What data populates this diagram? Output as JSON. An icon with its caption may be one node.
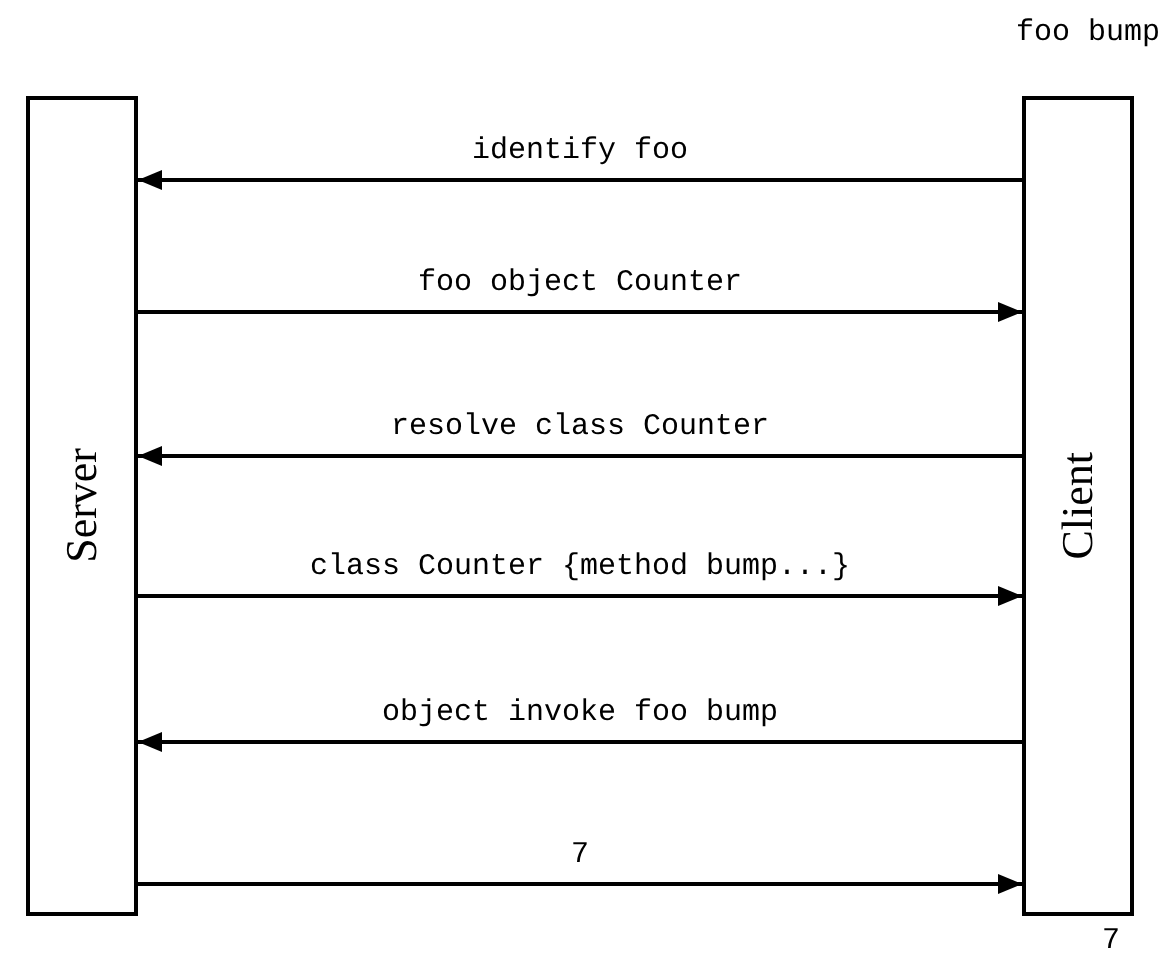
{
  "diagram": {
    "nodes": [
      {
        "text": [
          "Server"
        ]
      },
      {
        "text": [
          "Client"
        ]
      }
    ],
    "edges": [
      {
        "from": 1,
        "to": 0,
        "arrow": "to",
        "label": "identify foo"
      },
      {
        "from": 0,
        "to": 1,
        "arrow": "to",
        "label": "foo object Counter"
      },
      {
        "from": 1,
        "to": 0,
        "arrow": "to",
        "label": "resolve class Counter"
      },
      {
        "from": 0,
        "to": 1,
        "arrow": "to",
        "label": "class Counter {method bump...}"
      },
      {
        "from": 1,
        "to": 0,
        "arrow": "to",
        "label": "object invoke foo bump"
      },
      {
        "from": 0,
        "to": 1,
        "arrow": "to",
        "label": "7"
      }
    ],
    "labels": [
      "foo bump",
      "7"
    ]
  }
}
